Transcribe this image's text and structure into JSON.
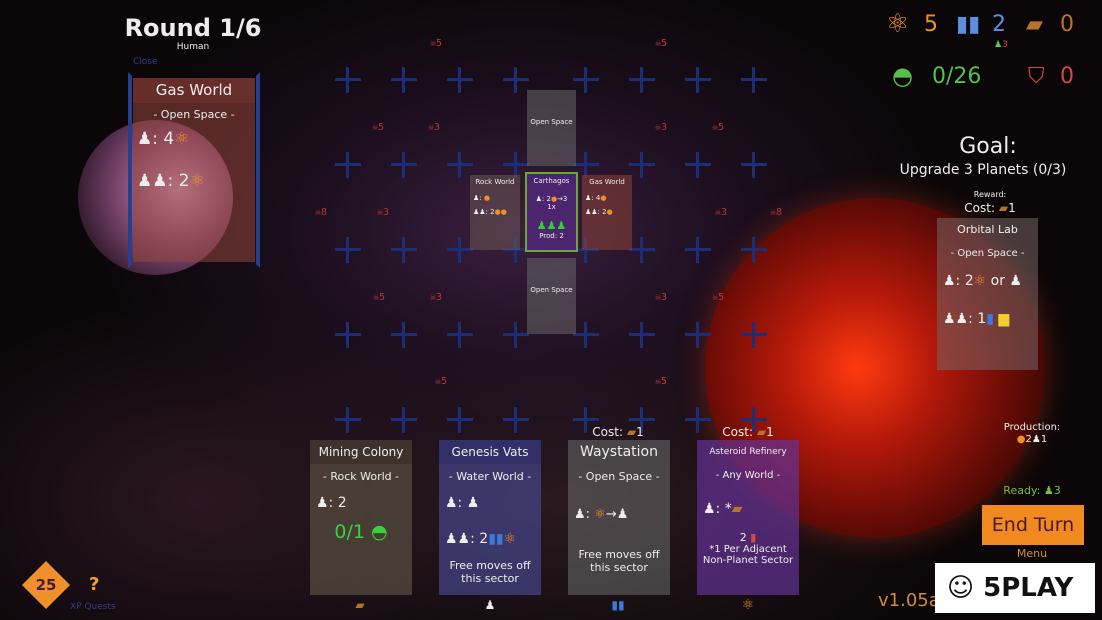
{
  "round": {
    "title": "Round 1/6",
    "faction": "Human"
  },
  "selected_card": {
    "close_label": "Close",
    "title": "Gas World",
    "type": "- Open Space -",
    "single": "4",
    "double": "2"
  },
  "resources": {
    "atom": "5",
    "tanks": "2",
    "tanks_sub": "3",
    "ingot": "0",
    "domes": "0/26",
    "rank": "0",
    "colors": {
      "atom": "#f0902a",
      "tanks": "#5b8fe0",
      "ingot": "#b8742a",
      "domes": "#55c04a",
      "rank": "#d24a3a"
    }
  },
  "threats": [
    "5",
    "5",
    "5",
    "3",
    "3",
    "5",
    "8",
    "3",
    "3",
    "8",
    "5",
    "3",
    "3",
    "5",
    "5",
    "5"
  ],
  "tiles": {
    "top": "Open Space",
    "left": {
      "title": "Rock World",
      "single": "",
      "double": "2"
    },
    "center": {
      "title": "Carthagos",
      "pop": "2",
      "arrow": "→3",
      "mult": "1x",
      "prod": "Prod: 2"
    },
    "right": {
      "title": "Gas World",
      "single": "4",
      "double": "2"
    },
    "bottom": "Open Space"
  },
  "goal": {
    "label": "Goal:",
    "text": "Upgrade 3 Planets",
    "progress": "(0/3)",
    "reward_label": "Reward:",
    "cost": "Cost:",
    "cost_value": "1",
    "card": {
      "title": "Orbital Lab",
      "type": "- Open Space -",
      "single": "2",
      "or": "or",
      "double": "1"
    }
  },
  "hand": [
    {
      "title": "Mining Colony",
      "type": "- Rock World -",
      "single": "2",
      "progress": "0/1",
      "cost": "",
      "footer": "ingot"
    },
    {
      "title": "Genesis Vats",
      "type": "- Water World -",
      "single": "",
      "double": "2",
      "text": "Free moves off this sector",
      "footer": "colonist"
    },
    {
      "title": "Waystation",
      "type": "- Open Space -",
      "cost": "Cost:",
      "cost_value": "1",
      "text": "Free moves off this sector",
      "footer": "tanks"
    },
    {
      "title": "Asteroid Refinery",
      "type": "- Any World -",
      "cost": "Cost:",
      "cost_value": "1",
      "single": "*",
      "bonus": "2",
      "text": "*1 Per Adjacent Non-Planet Sector",
      "footer": "atom"
    }
  ],
  "production": {
    "label": "Production:",
    "value": "2",
    "pop": "1"
  },
  "ready": {
    "label": "Ready:",
    "value": "3"
  },
  "end_turn": "End Turn",
  "menu": "Menu",
  "version": "v1.05a",
  "xp": {
    "value": "25",
    "help": "?",
    "label": "XP Quests"
  },
  "watermark": "5PLAY"
}
